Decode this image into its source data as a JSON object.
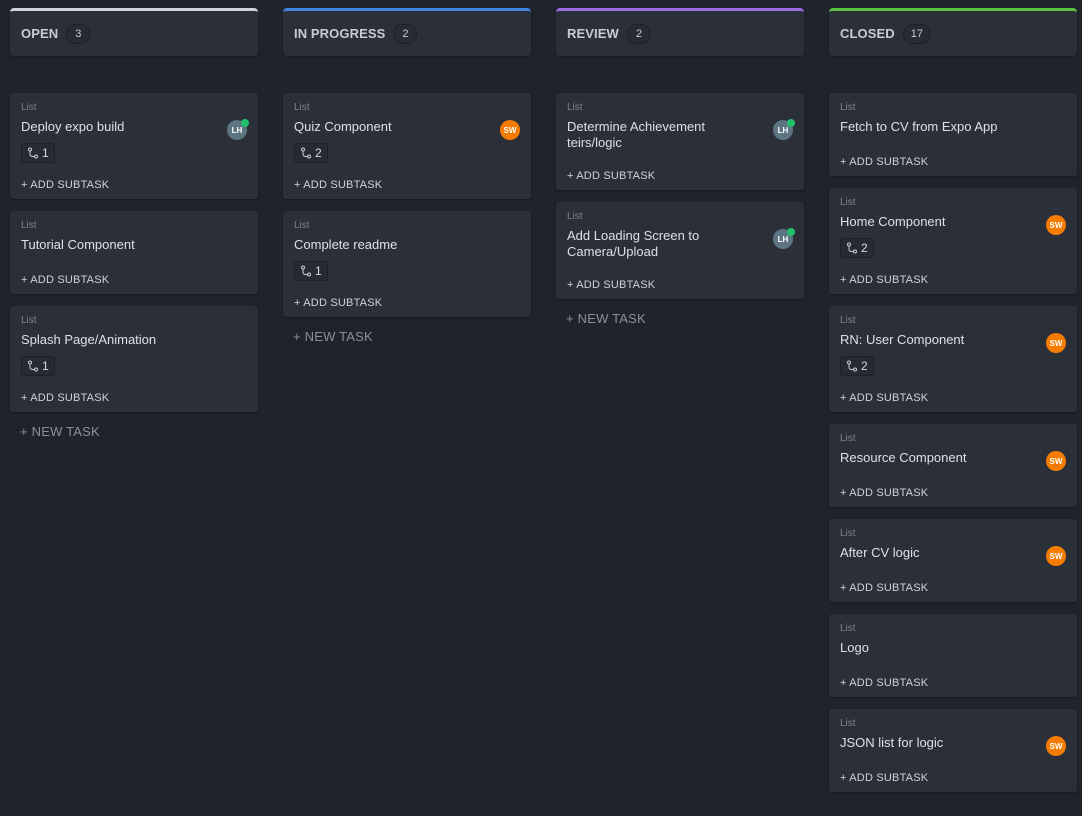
{
  "colors": {
    "background": "#1f242b",
    "card": "#2b3038",
    "open_accent": "#cfd3d8",
    "in_progress_accent": "#3f86e0",
    "review_accent": "#9b6be3",
    "closed_accent": "#5ac342",
    "avatar_lh": "#5d7582",
    "avatar_sw": "#f57c00",
    "online_dot": "#21c26b"
  },
  "common": {
    "list_label": "List",
    "add_subtask": "+ ADD SUBTASK",
    "new_task": "+ NEW TASK",
    "subtask_icon": "subtask-branch-icon"
  },
  "columns": [
    {
      "title": "OPEN",
      "count": "3",
      "cards": [
        {
          "list": "List",
          "title": "Deploy expo build",
          "subtasks": "1",
          "assignee": "LH",
          "online": true
        },
        {
          "list": "List",
          "title": "Tutorial Component"
        },
        {
          "list": "List",
          "title": "Splash Page/Animation",
          "subtasks": "1"
        }
      ]
    },
    {
      "title": "IN PROGRESS",
      "count": "2",
      "cards": [
        {
          "list": "List",
          "title": "Quiz Component",
          "subtasks": "2",
          "assignee": "SW"
        },
        {
          "list": "List",
          "title": "Complete readme",
          "subtasks": "1"
        }
      ]
    },
    {
      "title": "REVIEW",
      "count": "2",
      "cards": [
        {
          "list": "List",
          "title": "Determine Achievement teirs/logic",
          "assignee": "LH",
          "online": true
        },
        {
          "list": "List",
          "title": "Add Loading Screen to Camera/Upload",
          "assignee": "LH",
          "online": true
        }
      ]
    },
    {
      "title": "CLOSED",
      "count": "17",
      "cards": [
        {
          "list": "List",
          "title": "Fetch to CV from Expo App"
        },
        {
          "list": "List",
          "title": "Home Component",
          "subtasks": "2",
          "assignee": "SW"
        },
        {
          "list": "List",
          "title": "RN: User Component",
          "subtasks": "2",
          "assignee": "SW"
        },
        {
          "list": "List",
          "title": "Resource Component",
          "assignee": "SW"
        },
        {
          "list": "List",
          "title": "After CV logic",
          "assignee": "SW"
        },
        {
          "list": "List",
          "title": "Logo"
        },
        {
          "list": "List",
          "title": "JSON list for logic",
          "assignee": "SW"
        }
      ]
    }
  ]
}
